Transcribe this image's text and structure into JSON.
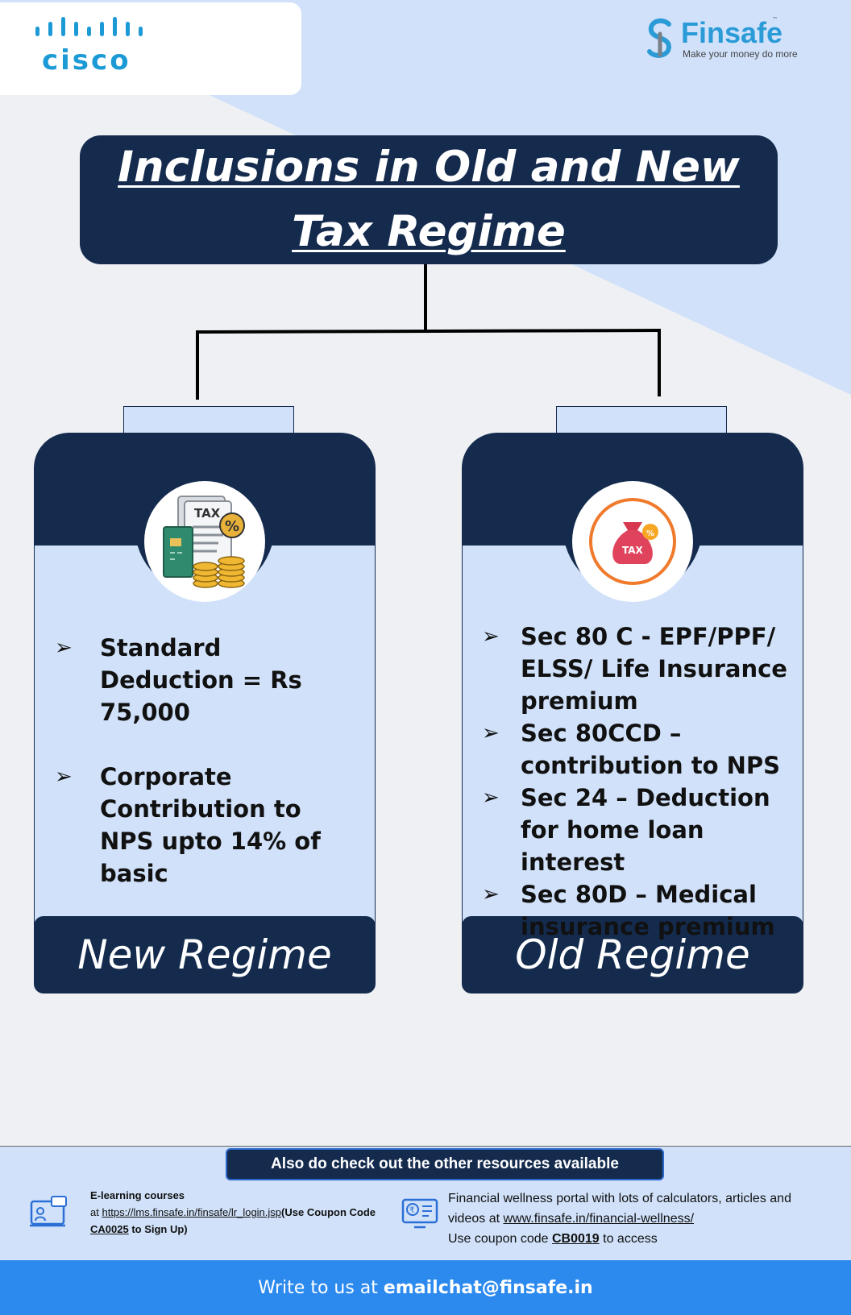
{
  "brand": {
    "left_logo": "cisco",
    "right_logo_name": "Finsafe",
    "right_logo_tm": "™",
    "right_logo_tagline": "Make your money do more"
  },
  "title": {
    "line1": "Inclusions in Old and New",
    "line2": "Tax Regime"
  },
  "new_regime": {
    "label": "New Regime",
    "icon": "tax-documents-coins-icon",
    "bullets": [
      "Standard Deduction = Rs 75,000",
      "Corporate Contribution to NPS upto 14% of basic"
    ]
  },
  "old_regime": {
    "label": "Old Regime",
    "icon": "tax-money-bag-icon",
    "icon_text": "TAX",
    "bullets": [
      "Sec 80 C -  EPF/PPF/ ELSS/ Life Insurance premium",
      "Sec 80CCD – contribution to NPS",
      "Sec 24 – Deduction for home loan interest",
      "Sec 80D – Medical insurance premium"
    ]
  },
  "resources": {
    "heading": "Also do check out the other resources available",
    "elearning": {
      "title": "E-learning courses",
      "prefix": "at ",
      "link": "https://lms.finsafe.in/finsafe/lr_login.jsp",
      "note_before": "(Use Coupon Code ",
      "code": "CA0025",
      "note_after": " to Sign Up)"
    },
    "portal": {
      "line1": "Financial wellness portal with lots of calculators, articles and",
      "prefix": "videos at ",
      "link": "www.finsafe.in/financial-wellness/",
      "line3_before": "Use coupon code ",
      "code": "CB0019",
      "line3_after": " to access"
    }
  },
  "footer": {
    "prefix": "Write to us at ",
    "email": "emailchat@finsafe.in"
  },
  "colors": {
    "navy": "#142b4e",
    "light_blue": "#d0e1f9",
    "bright_blue": "#2c8aef",
    "cisco_blue": "#1b9ad6"
  }
}
